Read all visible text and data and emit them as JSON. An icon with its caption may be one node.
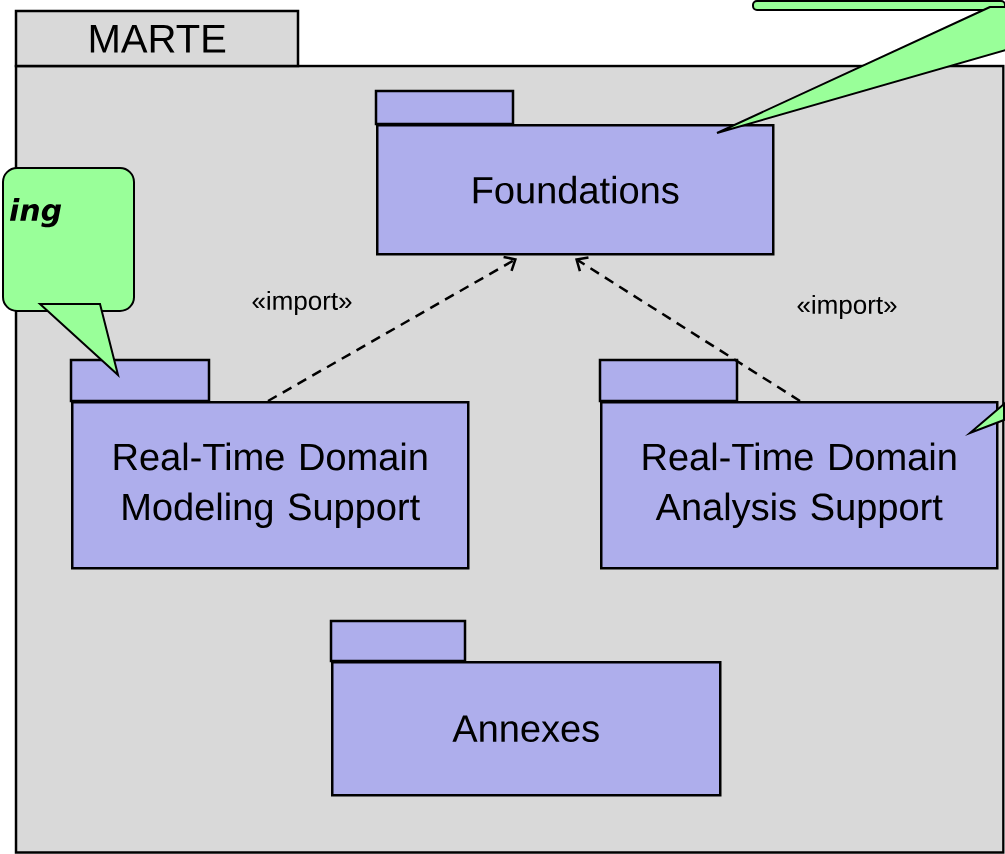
{
  "diagram": {
    "nodes": [
      {
        "text": [
          "MARTE"
        ]
      },
      {
        "text": [
          "Foundations"
        ],
        "in": 0
      },
      {
        "text": [
          "Real-Time Domain Modeling Support"
        ],
        "in": 0
      },
      {
        "text": [
          "Real-Time Domain Analysis Support"
        ],
        "in": 0
      },
      {
        "text": [
          "Annexes"
        ],
        "in": 0
      },
      {
        "text": [
          "ing"
        ]
      },
      {
        "text": [],
        "shape": "box"
      }
    ],
    "edges": [
      {
        "from": 2,
        "to": 1,
        "arrow": "to",
        "style": "dashed",
        "label": "«import»"
      },
      {
        "from": 3,
        "to": 1,
        "arrow": "to",
        "style": "dashed",
        "label": "«import»"
      },
      {
        "from": 5,
        "to": 2,
        "arrow": "to"
      },
      {
        "from": 6,
        "to": 1,
        "arrow": "to"
      },
      {
        "from": null,
        "to": 3,
        "arrow": "to"
      }
    ]
  }
}
